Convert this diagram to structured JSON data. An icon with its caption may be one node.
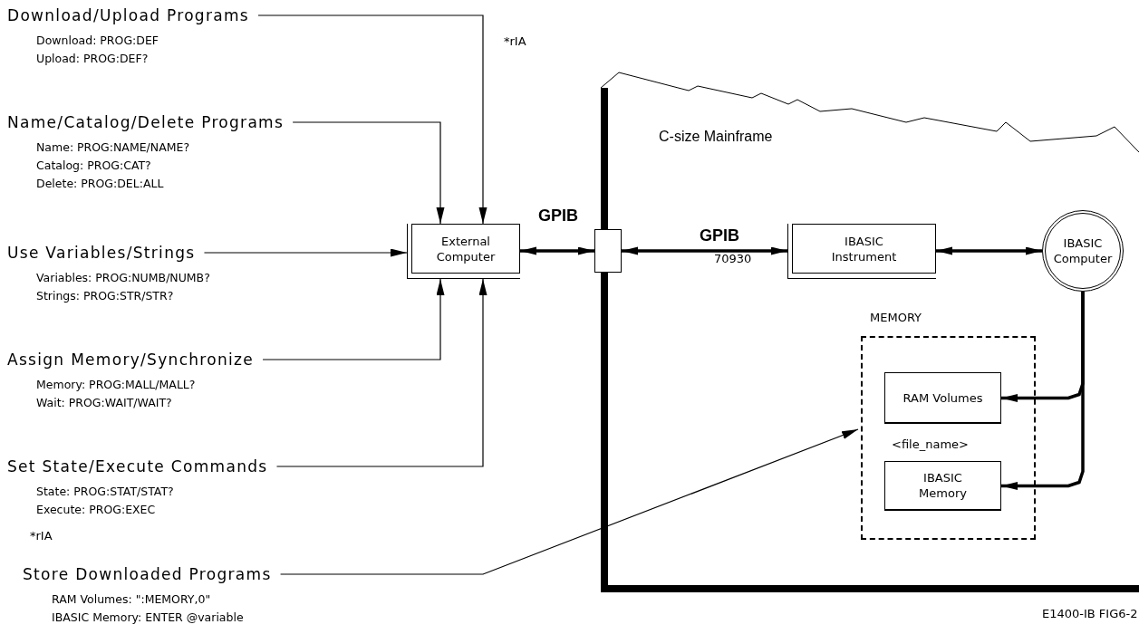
{
  "diagram": {
    "nodes": [
      {
        "text": [
          "Download/Upload Programs",
          "Download: PROG:DEF",
          "Upload: PROG:DEF?"
        ]
      },
      {
        "text": [
          "Name/Catalog/Delete Programs",
          "Name: PROG:NAME/NAME?",
          "Catalog: PROG:CAT?",
          "Delete: PROG:DEL:ALL"
        ]
      },
      {
        "text": [
          "Use Variables/Strings",
          "Variables: PROG:NUMB/NUMB?",
          "Strings: PROG:STR/STR?"
        ]
      },
      {
        "text": [
          "Assign Memory/Synchronize",
          "Memory: PROG:MALL/MALL?",
          "Wait: PROG:WAIT/WAIT?"
        ]
      },
      {
        "text": [
          "Set State/Execute Commands",
          "State: PROG:STAT/STAT?",
          "Execute: PROG:EXEC"
        ]
      },
      {
        "text": [
          "Store Downloaded Programs",
          "RAM Volumes: \":MEMORY,0\"",
          "IBASIC Memory: ENTER @variable"
        ]
      },
      {
        "text": [
          "External Computer"
        ]
      },
      {
        "text": [
          "C-size Mainframe"
        ]
      },
      {
        "text": [],
        "shape": "box"
      },
      {
        "text": [
          "IBASIC Instrument"
        ],
        "in": 7
      },
      {
        "text": [
          "IBASIC Computer"
        ],
        "in": 7
      },
      {
        "text": [
          "MEMORY"
        ],
        "in": 7
      },
      {
        "text": [
          "RAM Volumes"
        ],
        "in": 11
      },
      {
        "text": [
          "IBASIC Memory"
        ],
        "in": 11,
        "beside": [
          "<file_name>"
        ]
      }
    ],
    "edges": [
      {
        "from": 0,
        "to": 6,
        "arrow": "to"
      },
      {
        "from": 1,
        "to": 6,
        "arrow": "to"
      },
      {
        "from": 2,
        "to": 6,
        "arrow": "to"
      },
      {
        "from": 3,
        "to": 6,
        "arrow": "to"
      },
      {
        "from": 4,
        "to": 6,
        "arrow": "to"
      },
      {
        "from": 5,
        "to": 11,
        "arrow": "to"
      },
      {
        "from": 6,
        "to": 8,
        "arrow": "both",
        "label": "GPIB",
        "style": "thick"
      },
      {
        "from": 8,
        "to": 9,
        "arrow": "both",
        "label": "GPIB",
        "style": "thick"
      },
      {
        "from": 9,
        "to": 10,
        "arrow": "both",
        "style": "thick"
      },
      {
        "from": 10,
        "to": 12,
        "arrow": "to",
        "style": "thick"
      },
      {
        "from": 10,
        "to": 13,
        "arrow": "to",
        "style": "thick"
      }
    ],
    "labels": [
      "*rIA",
      "70930",
      "*rIA",
      "E1400-IB FIG6-2"
    ]
  }
}
